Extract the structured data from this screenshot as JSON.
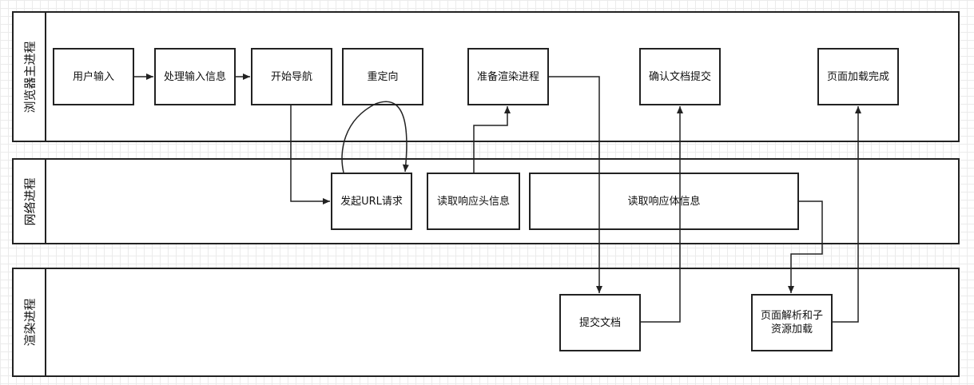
{
  "lanes": [
    {
      "id": "browser",
      "title": "浏览器主进程"
    },
    {
      "id": "network",
      "title": "网络进程"
    },
    {
      "id": "renderer",
      "title": "渲染进程"
    }
  ],
  "nodes": {
    "user_input": "用户输入",
    "process_input": "处理输入信息",
    "start_navigation": "开始导航",
    "redirect": "重定向",
    "prepare_renderer": "准备渲染进程",
    "confirm_commit": "确认文档提交",
    "page_loaded": "页面加载完成",
    "send_url_request": "发起URL请求",
    "read_response_header": "读取响应头信息",
    "read_response_body": "读取响应体信息",
    "commit_document": "提交文档",
    "parse_page": "页面解析和子\n资源加载"
  },
  "edges": [
    {
      "from": "user_input",
      "to": "process_input"
    },
    {
      "from": "process_input",
      "to": "start_navigation"
    },
    {
      "from": "start_navigation",
      "to": "send_url_request"
    },
    {
      "from": "send_url_request",
      "to": "send_url_request",
      "via": "redirect"
    },
    {
      "from": "read_response_header",
      "to": "prepare_renderer"
    },
    {
      "from": "prepare_renderer",
      "to": "commit_document"
    },
    {
      "from": "commit_document",
      "to": "confirm_commit"
    },
    {
      "from": "read_response_body",
      "to": "parse_page"
    },
    {
      "from": "parse_page",
      "to": "page_loaded"
    }
  ]
}
